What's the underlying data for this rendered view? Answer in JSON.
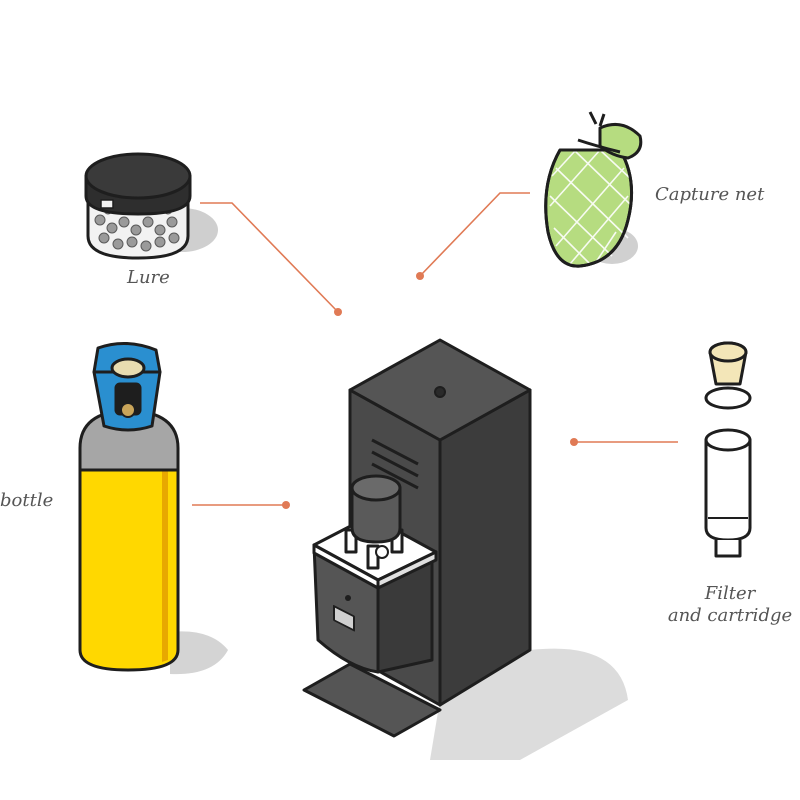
{
  "labels": {
    "lure": "Lure",
    "capture_net": "Capture net",
    "bottle": "bottle",
    "filter_line1": "Filter",
    "filter_line2": "and cartridge"
  },
  "colors": {
    "leader_line": "#e07a55",
    "machine_dark": "#4a4a4a",
    "bottle_yellow": "#ffd800",
    "valve_blue": "#2a8fd0",
    "net_green": "#a8d66a"
  }
}
